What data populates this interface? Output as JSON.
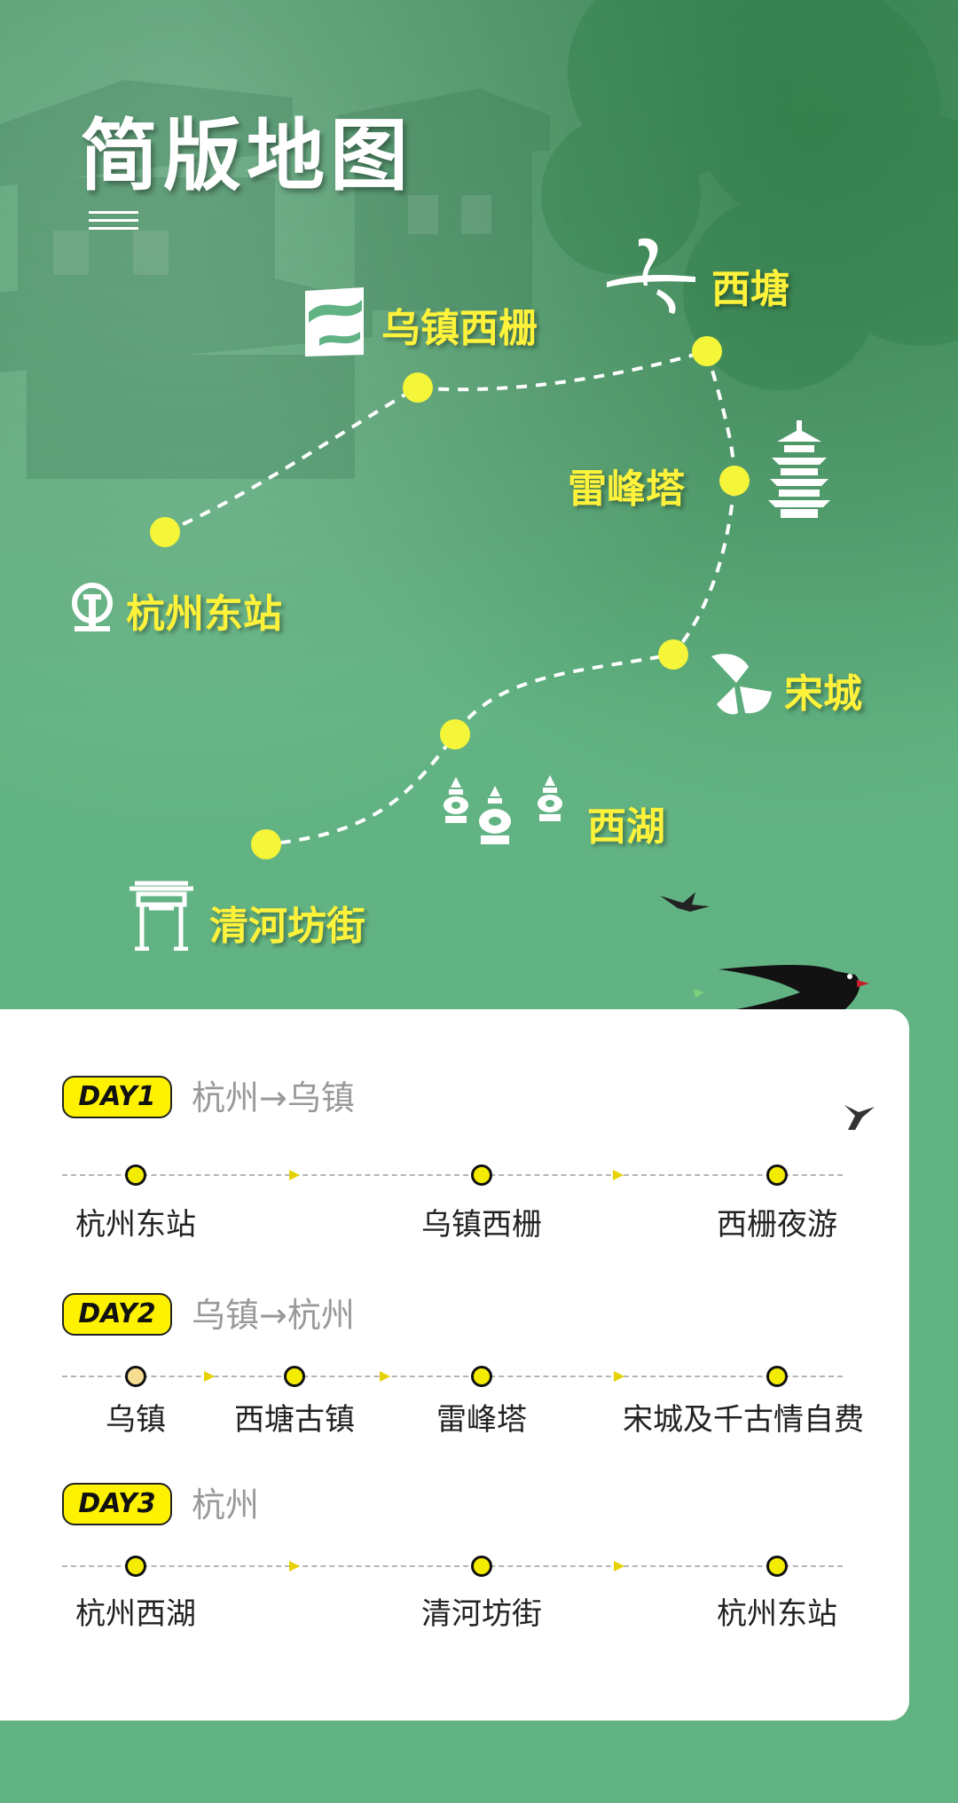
{
  "header": {
    "title": "简版地图",
    "menu_icon": "menu-lines-icon"
  },
  "map": {
    "places": [
      {
        "id": "hangzhou-east",
        "name": "杭州东站",
        "icon": "railway-station-icon"
      },
      {
        "id": "wuzhen-xizha",
        "name": "乌镇西栅",
        "icon": "water-town-icon"
      },
      {
        "id": "xitang",
        "name": "西塘",
        "icon": "calligraphy-icon"
      },
      {
        "id": "leifeng-pagoda",
        "name": "雷峰塔",
        "icon": "pagoda-icon"
      },
      {
        "id": "songcheng",
        "name": "宋城",
        "icon": "fan-icon"
      },
      {
        "id": "west-lake",
        "name": "西湖",
        "icon": "three-pools-pagoda-icon"
      },
      {
        "id": "qinghefang",
        "name": "清河坊街",
        "icon": "archway-icon"
      }
    ],
    "route_color": "#ffffff",
    "dot_color": "#f5f53a",
    "label_color": "#fff23a"
  },
  "itinerary": {
    "days": [
      {
        "badge": "DAY1",
        "route": "杭州→乌镇",
        "stops": [
          "杭州东站",
          "乌镇西栅",
          "西栅夜游"
        ]
      },
      {
        "badge": "DAY2",
        "route": "乌镇→杭州",
        "stops": [
          "乌镇",
          "西塘古镇",
          "雷峰塔",
          "宋城及千古情自费"
        ]
      },
      {
        "badge": "DAY3",
        "route": "杭州",
        "stops": [
          "杭州西湖",
          "清河坊街",
          "杭州东站"
        ]
      }
    ]
  },
  "colors": {
    "background": "#62b383",
    "badge": "#fff200",
    "card": "#ffffff"
  },
  "decorations": {
    "swallow_icon": "swallow-icon"
  }
}
